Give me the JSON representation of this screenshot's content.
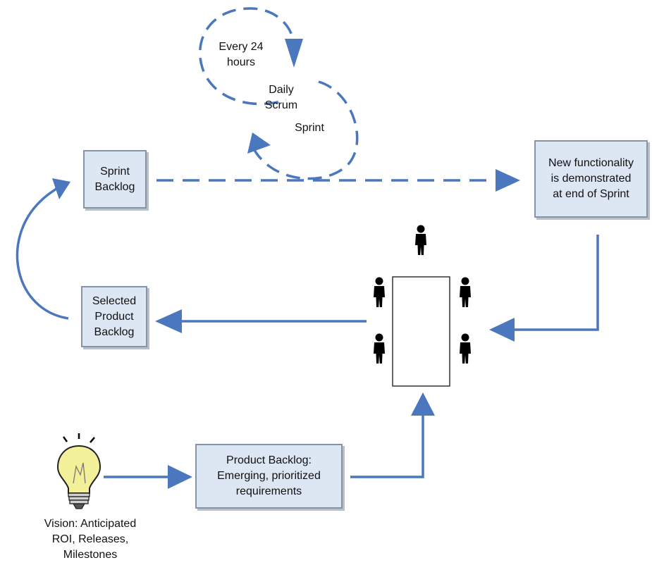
{
  "colors": {
    "arrow": "#4a77bd",
    "box_fill": "#dde6f3",
    "box_border": "#8794a6",
    "person": "#000000"
  },
  "nodes": {
    "sprint_backlog": "Sprint\nBacklog",
    "selected_product_backlog": "Selected\nProduct\nBacklog",
    "product_backlog": "Product Backlog:\nEmerging, prioritized\nrequirements",
    "new_functionality": "New functionality\nis demonstrated\nat end of Sprint",
    "vision": "Vision: Anticipated\nROI, Releases,\nMilestones"
  },
  "cycle_labels": {
    "every_24_hours": "Every 24\nhours",
    "daily_scrum": "Daily\nScrum",
    "sprint": "Sprint"
  },
  "icons": {
    "vision": "lightbulb-icon",
    "people": "person-icon",
    "table": "meeting-table"
  }
}
